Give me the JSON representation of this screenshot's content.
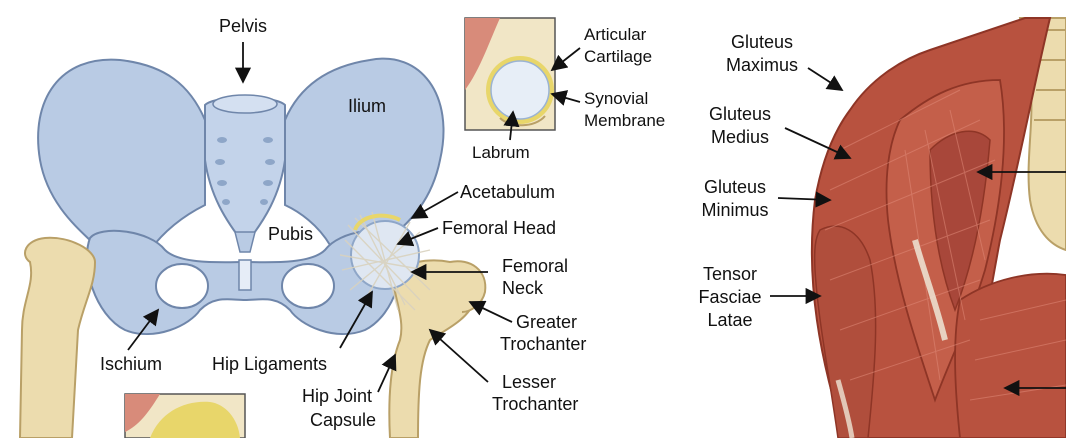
{
  "labels": {
    "pelvis": "Pelvis",
    "ilium": "Ilium",
    "pubis": "Pubis",
    "ischium": "Ischium",
    "acetabulum": "Acetabulum",
    "femoral_head": "Femoral Head",
    "femoral_neck_1": "Femoral",
    "femoral_neck_2": "Neck",
    "greater_trochanter_1": "Greater",
    "greater_trochanter_2": "Trochanter",
    "lesser_trochanter_1": "Lesser",
    "lesser_trochanter_2": "Trochanter",
    "hip_ligaments": "Hip Ligaments",
    "hip_joint_capsule_1": "Hip Joint",
    "hip_joint_capsule_2": "Capsule",
    "articular_cartilage_1": "Articular",
    "articular_cartilage_2": "Cartilage",
    "synovial_membrane_1": "Synovial",
    "synovial_membrane_2": "Membrane",
    "labrum": "Labrum",
    "gluteus_maximus_1": "Gluteus",
    "gluteus_maximus_2": "Maximus",
    "gluteus_medius_1": "Gluteus",
    "gluteus_medius_2": "Medius",
    "gluteus_minimus_1": "Gluteus",
    "gluteus_minimus_2": "Minimus",
    "tensor_1": "Tensor",
    "tensor_2": "Fasciae",
    "tensor_3": "Latae"
  },
  "colors": {
    "bone_blue": "#b9cbe4",
    "bone_blue_dark": "#8ea6c8",
    "femur": "#ecdcae",
    "femur_dark": "#c9b27a",
    "muscle": "#b8523f",
    "muscle_dark": "#8e3526",
    "ligament": "#f3efe4",
    "cartilage": "#e8d66a"
  }
}
